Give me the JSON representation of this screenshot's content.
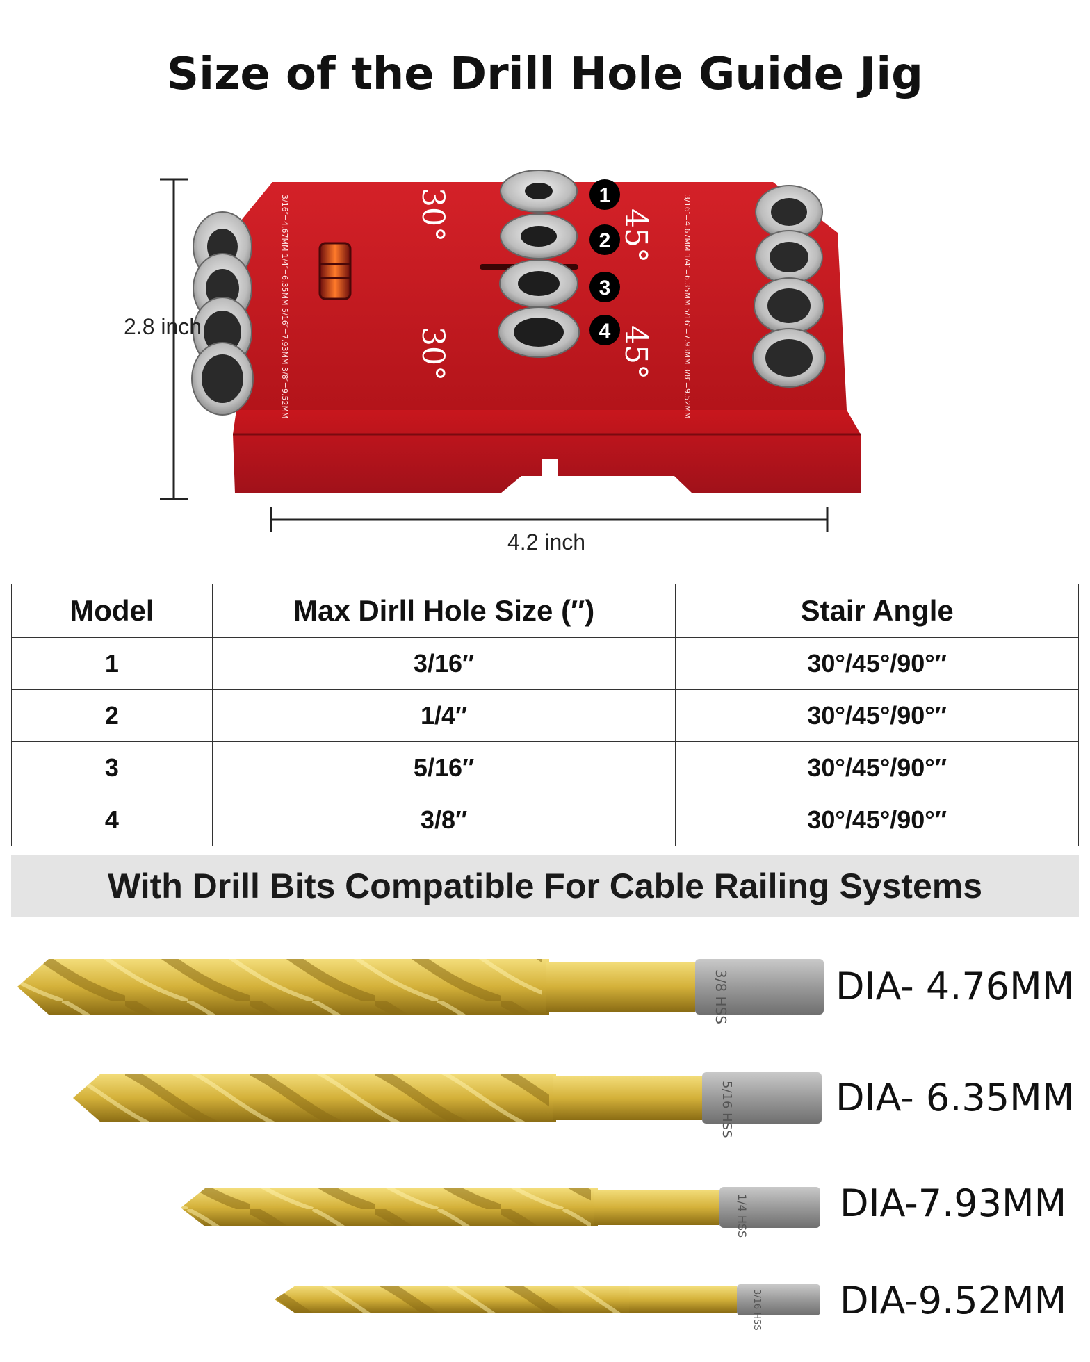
{
  "title": "Size of the Drill Hole Guide Jig",
  "dimensions": {
    "height_label": "2.8 inch",
    "width_label": "4.2 inch"
  },
  "jig": {
    "angle_left": "30°",
    "angle_right": "45°",
    "hole_numbers": [
      "1",
      "2",
      "3",
      "4"
    ],
    "engraving_left": "3/16″=4.67MM 1/4″=6.35MM 5/16″=7.93MM 3/8″=9.52MM",
    "engraving_right": "3/16″=4.67MM 1/4″=6.35MM 5/16″=7.93MM 3/8″=9.52MM",
    "colors": {
      "body": "#c8161d",
      "body_dark": "#8f0d12",
      "bushing": "#bfbfbf"
    }
  },
  "table": {
    "headers": [
      "Model",
      "Max Dirll Hole Size (″)",
      "Stair Angle"
    ],
    "rows": [
      [
        "1",
        "3/16″",
        "30°/45°/90°″"
      ],
      [
        "2",
        "1/4″",
        "30°/45°/90°″"
      ],
      [
        "3",
        "5/16″",
        "30°/45°/90°″"
      ],
      [
        "4",
        "3/8″",
        "30°/45°/90°″"
      ]
    ]
  },
  "banner": "With Drill Bits Compatible For Cable Railing Systems",
  "drill_bits": [
    {
      "shank_label": "3/8 HSS",
      "dia": "DIA- 4.76MM"
    },
    {
      "shank_label": "5/16 HSS",
      "dia": "DIA- 6.35MM"
    },
    {
      "shank_label": "1/4 HSS",
      "dia": "DIA-7.93MM"
    },
    {
      "shank_label": "3/16 HSS",
      "dia": "DIA-9.52MM"
    }
  ],
  "bit_colors": {
    "gold": "#d4b13a",
    "gold_dark": "#9c7d1c",
    "shank": "#9a9a9a"
  }
}
